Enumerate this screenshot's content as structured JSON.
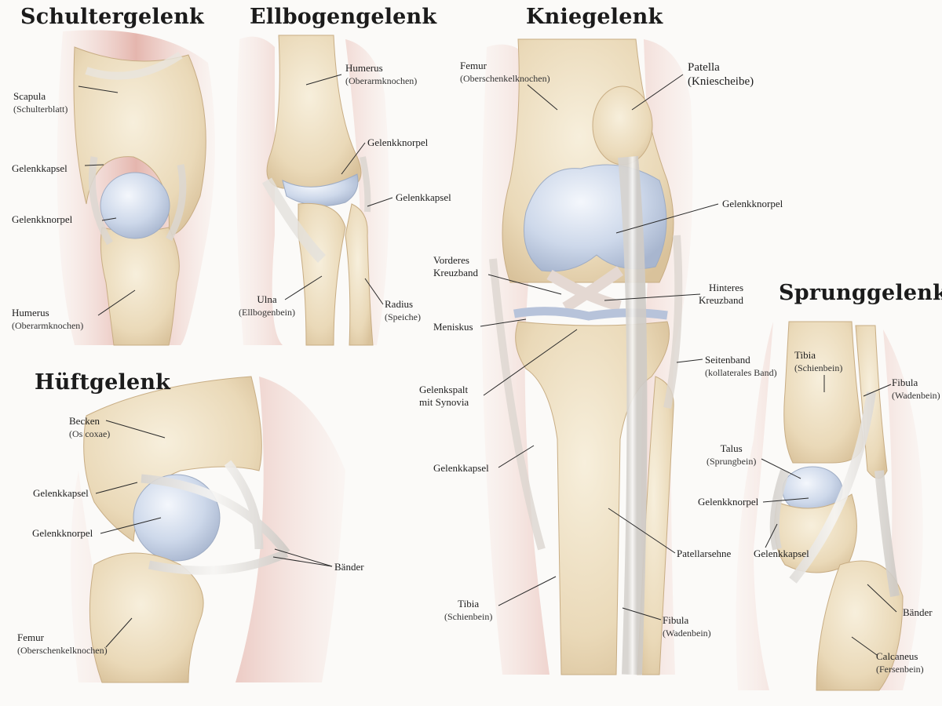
{
  "titles": {
    "shoulder": "Schultergelenk",
    "elbow": "Ellbogengelenk",
    "knee": "Kniegelenk",
    "hip": "Hüftgelenk",
    "ankle": "Sprunggelenk"
  },
  "shoulder": {
    "scapula": {
      "main": "Scapula",
      "sub": "(Schulterblatt)"
    },
    "capsule": "Gelenkkapsel",
    "cartilage": "Gelenkknorpel",
    "humerus": {
      "main": "Humerus",
      "sub": "(Oberarmknochen)"
    }
  },
  "elbow": {
    "humerus": {
      "main": "Humerus",
      "sub": "(Oberarmknochen)"
    },
    "cartilage": "Gelenkknorpel",
    "capsule": "Gelenkkapsel",
    "ulna": {
      "main": "Ulna",
      "sub": "(Ellbogenbein)"
    },
    "radius": {
      "main": "Radius",
      "sub": "(Speiche)"
    }
  },
  "knee": {
    "femur": {
      "main": "Femur",
      "sub": "(Oberschenkelknochen)"
    },
    "patella": {
      "main": "Patella",
      "sub": "(Kniescheibe)"
    },
    "cartilage": "Gelenkknorpel",
    "acl": {
      "main": "Vorderes",
      "sub": "Kreuzband"
    },
    "pcl": {
      "main": "Hinteres",
      "sub": "Kreuzband"
    },
    "meniscus": "Meniskus",
    "collateral": {
      "main": "Seitenband",
      "sub": "(kollaterales Band)"
    },
    "gap": {
      "main": "Gelenkspalt",
      "sub": "mit Synovia"
    },
    "capsule": "Gelenkkapsel",
    "tendon": "Patellarsehne",
    "tibia": {
      "main": "Tibia",
      "sub": "(Schienbein)"
    },
    "fibula": {
      "main": "Fibula",
      "sub": "(Wadenbein)"
    }
  },
  "hip": {
    "pelvis": {
      "main": "Becken",
      "sub": "(Os coxae)"
    },
    "capsule": "Gelenkkapsel",
    "cartilage": "Gelenkknorpel",
    "ligaments": "Bänder",
    "femur": {
      "main": "Femur",
      "sub": "(Oberschenkelknochen)"
    }
  },
  "ankle": {
    "tibia": {
      "main": "Tibia",
      "sub": "(Schienbein)"
    },
    "fibula": {
      "main": "Fibula",
      "sub": "(Wadenbein)"
    },
    "talus": {
      "main": "Talus",
      "sub": "(Sprungbein)"
    },
    "cartilage": "Gelenkknorpel",
    "capsule": "Gelenkkapsel",
    "ligaments": "Bänder",
    "calcaneus": {
      "main": "Calcaneus",
      "sub": "(Fersenbein)"
    }
  },
  "colors": {
    "bone": "#efe3c8",
    "cartilage": "#cfd9ea",
    "muscle": "#e3b1a8",
    "ligament": "#e8e6e2"
  }
}
